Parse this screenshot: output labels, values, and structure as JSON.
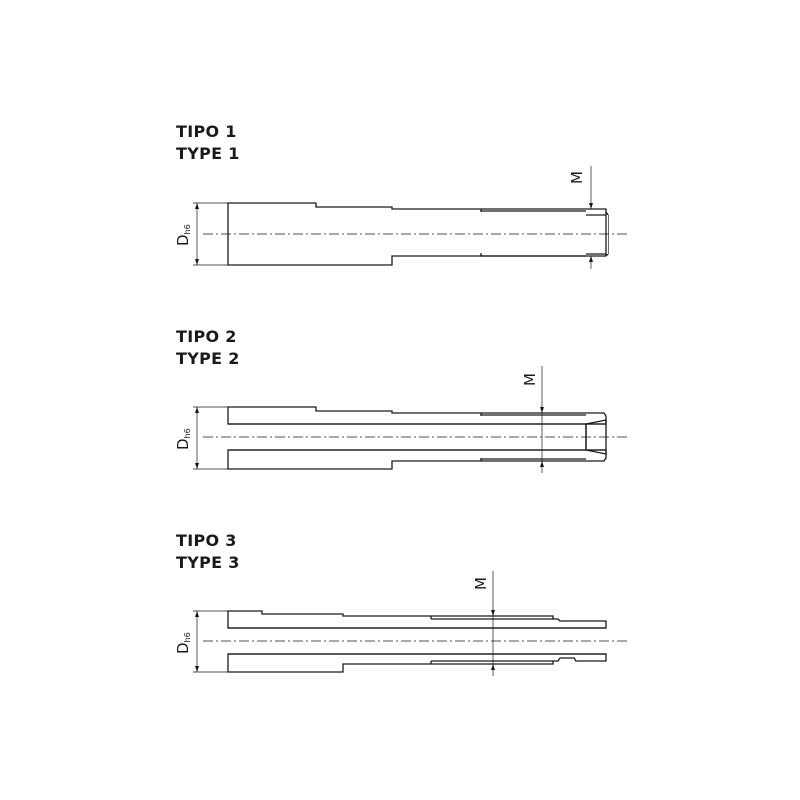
{
  "types": [
    {
      "title_it": "TIPO 1",
      "title_en": "TYPE 1"
    },
    {
      "title_it": "TIPO 2",
      "title_en": "TYPE 2"
    },
    {
      "title_it": "TIPO 3",
      "title_en": "TYPE 3"
    }
  ],
  "labels": {
    "diameter_symbol": "D",
    "diameter_tolerance": "h6",
    "m_label": "M"
  },
  "colors": {
    "line": "#1a1a1a",
    "background": "#ffffff"
  }
}
